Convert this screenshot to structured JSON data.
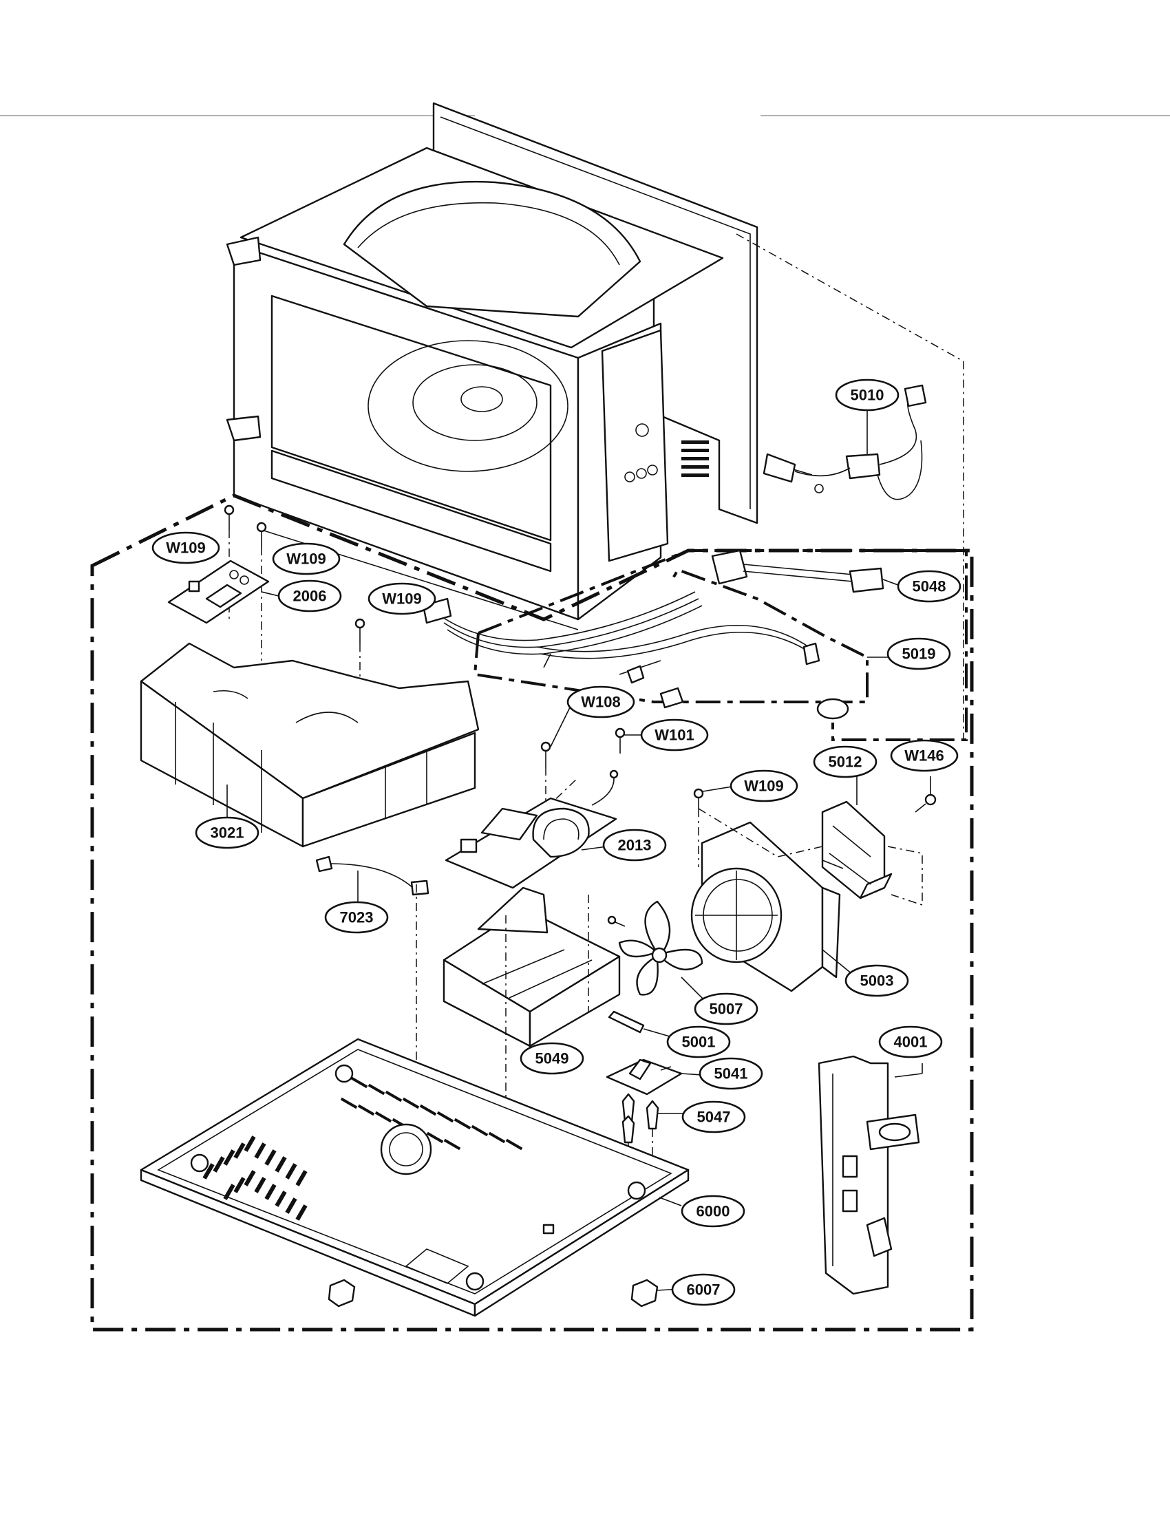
{
  "callouts": {
    "c5010": "5010",
    "cW109a": "W109",
    "cW109b": "W109",
    "c2006": "2006",
    "cW109c": "W109",
    "c5048": "5048",
    "c5019": "5019",
    "cW108": "W108",
    "cW101": "W101",
    "c5012": "5012",
    "cW146": "W146",
    "cW109d": "W109",
    "c3021": "3021",
    "c2013": "2013",
    "c7023": "7023",
    "c5003": "5003",
    "c5007": "5007",
    "c5001": "5001",
    "c4001": "4001",
    "c5049": "5049",
    "c5041": "5041",
    "c5047": "5047",
    "c6000": "6000",
    "c6007": "6007"
  }
}
